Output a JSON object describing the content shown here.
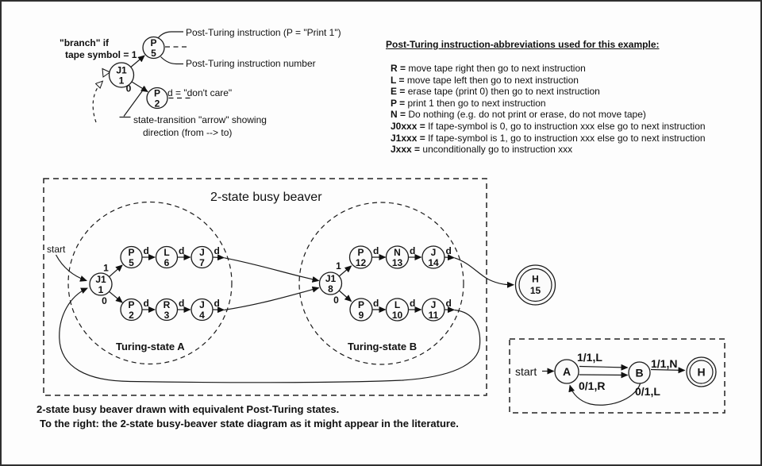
{
  "legend": {
    "branch_line1": "\"branch\" if",
    "branch_line2": "tape symbol = 1",
    "node_p5": {
      "op": "P",
      "num": "5"
    },
    "node_j1": {
      "op": "J1",
      "num": "1"
    },
    "node_p2": {
      "op": "P",
      "num": "2"
    },
    "branch_zero": "0",
    "callout_instruction": "Post-Turing instruction (P = \"Print 1\")",
    "callout_number": "Post-Turing instruction number",
    "dont_care": "d = \"don't care\"",
    "arrow_note1": "state-transition \"arrow\" showing",
    "arrow_note2": "direction (from --> to)"
  },
  "abbreviations": {
    "title": "Post-Turing instruction-abbreviations used for this example:",
    "items": [
      {
        "key": "R =",
        "rest": "move tape right then go to next instruction"
      },
      {
        "key": "L =",
        "rest": "move tape left then go to next instruction"
      },
      {
        "key": "E =",
        "rest": "erase tape (print 0) then go to next instruction"
      },
      {
        "key": "P =",
        "rest": "print 1 then go to next instruction"
      },
      {
        "key": "N =",
        "rest": "Do nothing (e.g. do not print or erase, do not move tape)"
      },
      {
        "key": "J0xxx =",
        "rest": "If tape-symbol is 0, go to instruction xxx else go to next instruction"
      },
      {
        "key": "J1xxx =",
        "rest": "If tape-symbol is 1, go to instruction xxx else go to next instruction"
      },
      {
        "key": "Jxxx =",
        "rest": "unconditionally go to instruction xxx"
      }
    ]
  },
  "machine": {
    "title": "2-state busy beaver",
    "start_label": "start",
    "edge_label": "d",
    "branch_one": "1",
    "branch_zero": "0",
    "state_a": {
      "label": "Turing-state A",
      "j1": {
        "op": "J1",
        "num": "1"
      },
      "top": [
        {
          "op": "P",
          "num": "5"
        },
        {
          "op": "L",
          "num": "6"
        },
        {
          "op": "J",
          "num": "7"
        }
      ],
      "bottom": [
        {
          "op": "P",
          "num": "2"
        },
        {
          "op": "R",
          "num": "3"
        },
        {
          "op": "J",
          "num": "4"
        }
      ]
    },
    "state_b": {
      "label": "Turing-state B",
      "j1": {
        "op": "J1",
        "num": "8"
      },
      "top": [
        {
          "op": "P",
          "num": "12"
        },
        {
          "op": "N",
          "num": "13"
        },
        {
          "op": "J",
          "num": "14"
        }
      ],
      "bottom": [
        {
          "op": "P",
          "num": "9"
        },
        {
          "op": "L",
          "num": "10"
        },
        {
          "op": "J",
          "num": "11"
        }
      ]
    },
    "halt": {
      "op": "H",
      "num": "15"
    }
  },
  "inset": {
    "start_label": "start",
    "node_a": "A",
    "node_b": "B",
    "node_h": "H",
    "edge_a_b_top": "1/1,L",
    "edge_a_b_bottom": "0/1,R",
    "edge_b_h": "1/1,N",
    "edge_b_a": "0/1,L"
  },
  "caption": {
    "line1": "2-state busy beaver drawn with equivalent Post-Turing states.",
    "line2": "To the right: the 2-state busy-beaver state diagram as it might appear in the literature."
  }
}
